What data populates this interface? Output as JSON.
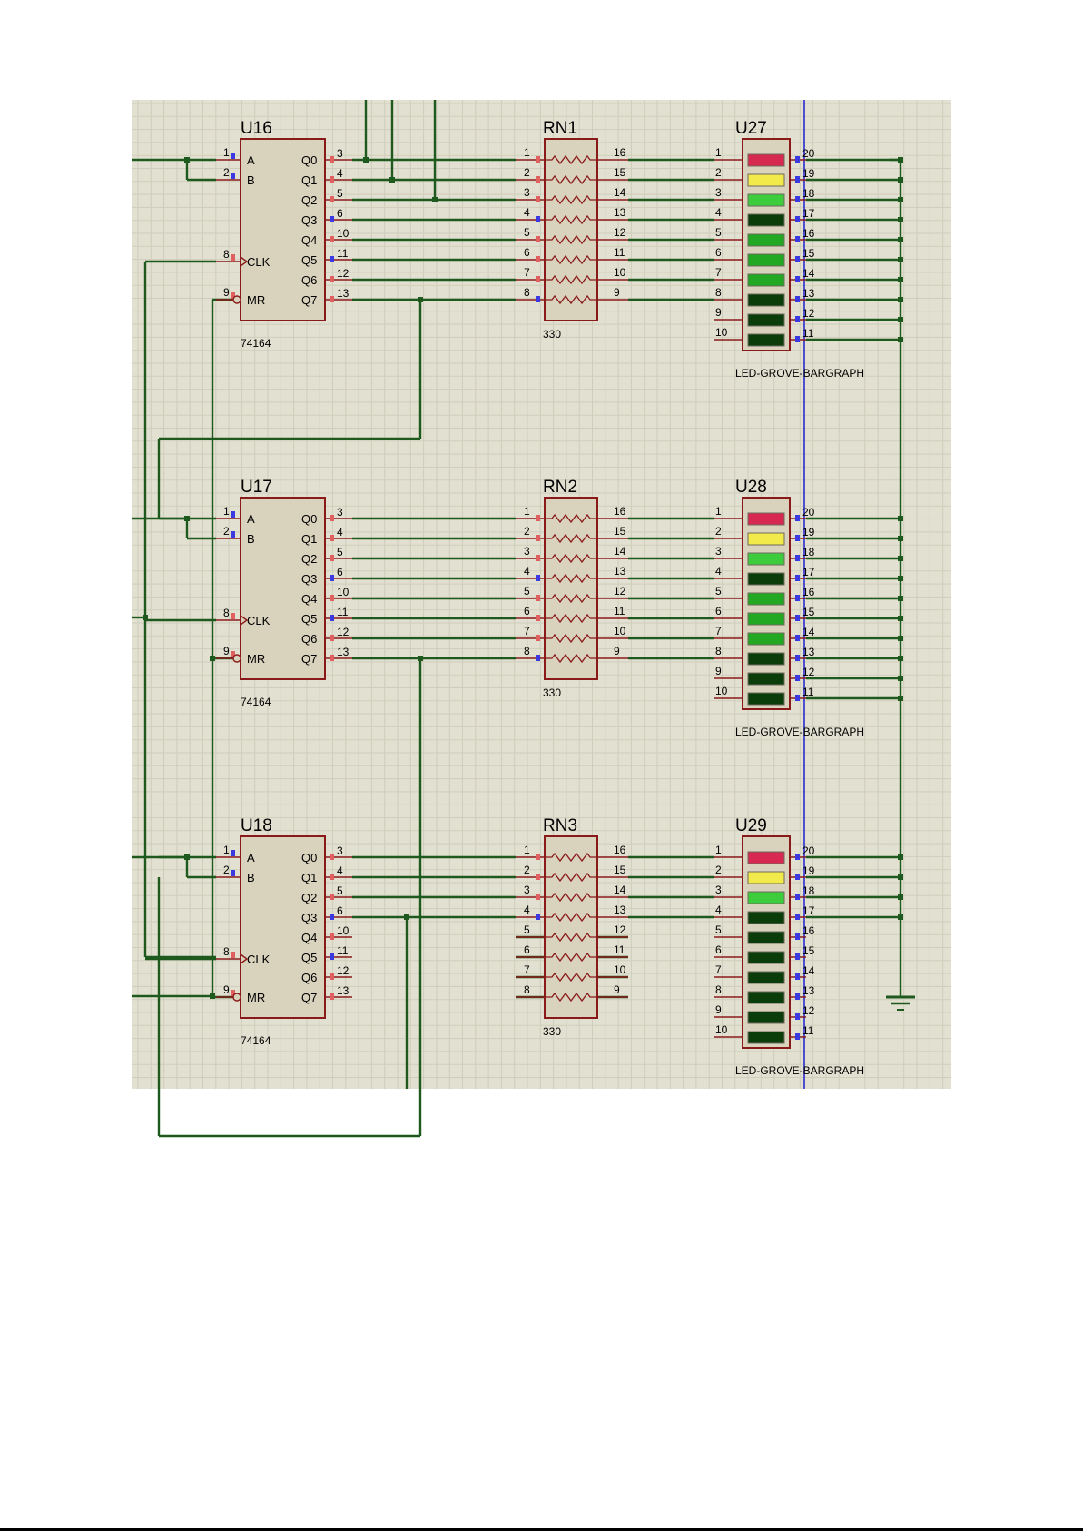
{
  "blocks": [
    {
      "shift_register": {
        "ref": "U16",
        "part": "74164",
        "pins": [
          "A",
          "B",
          "CLK",
          "MR"
        ],
        "in_pin_nums": [
          "1",
          "2",
          "8",
          "9"
        ],
        "outputs": [
          "Q0",
          "Q1",
          "Q2",
          "Q3",
          "Q4",
          "Q5",
          "Q6",
          "Q7"
        ],
        "out_pin_nums": [
          "3",
          "4",
          "5",
          "6",
          "10",
          "11",
          "12",
          "13"
        ]
      },
      "resistor_network": {
        "ref": "RN1",
        "value": "330",
        "left_pins": [
          "1",
          "2",
          "3",
          "4",
          "5",
          "6",
          "7",
          "8"
        ],
        "right_pins": [
          "16",
          "15",
          "14",
          "13",
          "12",
          "11",
          "10",
          "9"
        ]
      },
      "bargraph": {
        "ref": "U27",
        "part": "LED-GROVE-BARGRAPH",
        "left_pins": [
          "1",
          "2",
          "3",
          "4",
          "5",
          "6",
          "7",
          "8",
          "9",
          "10"
        ],
        "right_pins": [
          "20",
          "19",
          "18",
          "17",
          "16",
          "15",
          "14",
          "13",
          "12",
          "11"
        ],
        "segment_colors": [
          "#d62850",
          "#f2ea4a",
          "#3ccc3c",
          "#0b3d0b",
          "#22a822",
          "#22a822",
          "#22a822",
          "#0b3d0b",
          "#0b3d0b",
          "#0b3d0b"
        ]
      }
    },
    {
      "shift_register": {
        "ref": "U17",
        "part": "74164",
        "pins": [
          "A",
          "B",
          "CLK",
          "MR"
        ],
        "in_pin_nums": [
          "1",
          "2",
          "8",
          "9"
        ],
        "outputs": [
          "Q0",
          "Q1",
          "Q2",
          "Q3",
          "Q4",
          "Q5",
          "Q6",
          "Q7"
        ],
        "out_pin_nums": [
          "3",
          "4",
          "5",
          "6",
          "10",
          "11",
          "12",
          "13"
        ]
      },
      "resistor_network": {
        "ref": "RN2",
        "value": "330",
        "left_pins": [
          "1",
          "2",
          "3",
          "4",
          "5",
          "6",
          "7",
          "8"
        ],
        "right_pins": [
          "16",
          "15",
          "14",
          "13",
          "12",
          "11",
          "10",
          "9"
        ]
      },
      "bargraph": {
        "ref": "U28",
        "part": "LED-GROVE-BARGRAPH",
        "left_pins": [
          "1",
          "2",
          "3",
          "4",
          "5",
          "6",
          "7",
          "8",
          "9",
          "10"
        ],
        "right_pins": [
          "20",
          "19",
          "18",
          "17",
          "16",
          "15",
          "14",
          "13",
          "12",
          "11"
        ],
        "segment_colors": [
          "#d62850",
          "#f2ea4a",
          "#3ccc3c",
          "#0b3d0b",
          "#22a822",
          "#22a822",
          "#22a822",
          "#0b3d0b",
          "#0b3d0b",
          "#0b3d0b"
        ]
      }
    },
    {
      "shift_register": {
        "ref": "U18",
        "part": "74164",
        "pins": [
          "A",
          "B",
          "CLK",
          "MR"
        ],
        "in_pin_nums": [
          "1",
          "2",
          "8",
          "9"
        ],
        "outputs": [
          "Q0",
          "Q1",
          "Q2",
          "Q3",
          "Q4",
          "Q5",
          "Q6",
          "Q7"
        ],
        "out_pin_nums": [
          "3",
          "4",
          "5",
          "6",
          "10",
          "11",
          "12",
          "13"
        ]
      },
      "resistor_network": {
        "ref": "RN3",
        "value": "330",
        "left_pins": [
          "1",
          "2",
          "3",
          "4",
          "5",
          "6",
          "7",
          "8"
        ],
        "right_pins": [
          "16",
          "15",
          "14",
          "13",
          "12",
          "11",
          "10",
          "9"
        ]
      },
      "bargraph": {
        "ref": "U29",
        "part": "LED-GROVE-BARGRAPH",
        "left_pins": [
          "1",
          "2",
          "3",
          "4",
          "5",
          "6",
          "7",
          "8",
          "9",
          "10"
        ],
        "right_pins": [
          "20",
          "19",
          "18",
          "17",
          "16",
          "15",
          "14",
          "13",
          "12",
          "11"
        ],
        "segment_colors": [
          "#d62850",
          "#f2ea4a",
          "#3ccc3c",
          "#0b3d0b",
          "#0b3d0b",
          "#0b3d0b",
          "#0b3d0b",
          "#0b3d0b",
          "#0b3d0b",
          "#0b3d0b"
        ]
      }
    }
  ],
  "colors": {
    "canvas": "#e2e0d0",
    "grid": "#cfcdbc",
    "wire": "#1e5a1e",
    "body_fill": "#d9d2bd",
    "body_stroke": "#8a1a1a",
    "pin": "#8a1a1a",
    "sheet_line": "#2a2ad0"
  }
}
